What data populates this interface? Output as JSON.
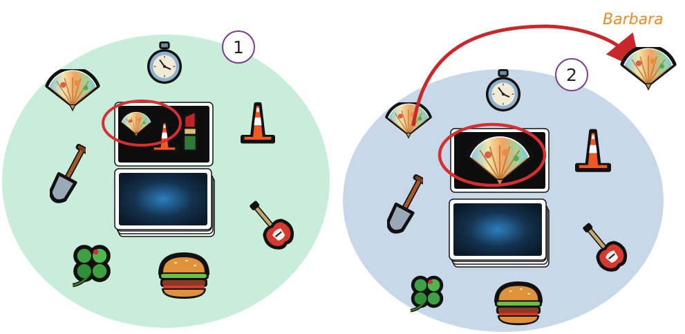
{
  "step_labels": [
    "1",
    "2"
  ],
  "player_name": "Barbara",
  "colors": {
    "table_1": "#c8eddb",
    "table_2": "#c9d8e8",
    "highlight": "#d62f31",
    "arrow": "#c8272c",
    "step_ring": "#7a3f8f",
    "player_name": "#e98a2b"
  },
  "tokens": [
    "stopwatch-icon",
    "fan-icon",
    "traffic-cone-icon",
    "shovel-icon",
    "guitar-icon",
    "clover-icon",
    "burger-icon"
  ],
  "card_symbols": {
    "step_1": [
      "fan-icon",
      "traffic-cone-icon",
      "lipstick-icon"
    ],
    "step_2": [
      "fan-icon"
    ]
  }
}
